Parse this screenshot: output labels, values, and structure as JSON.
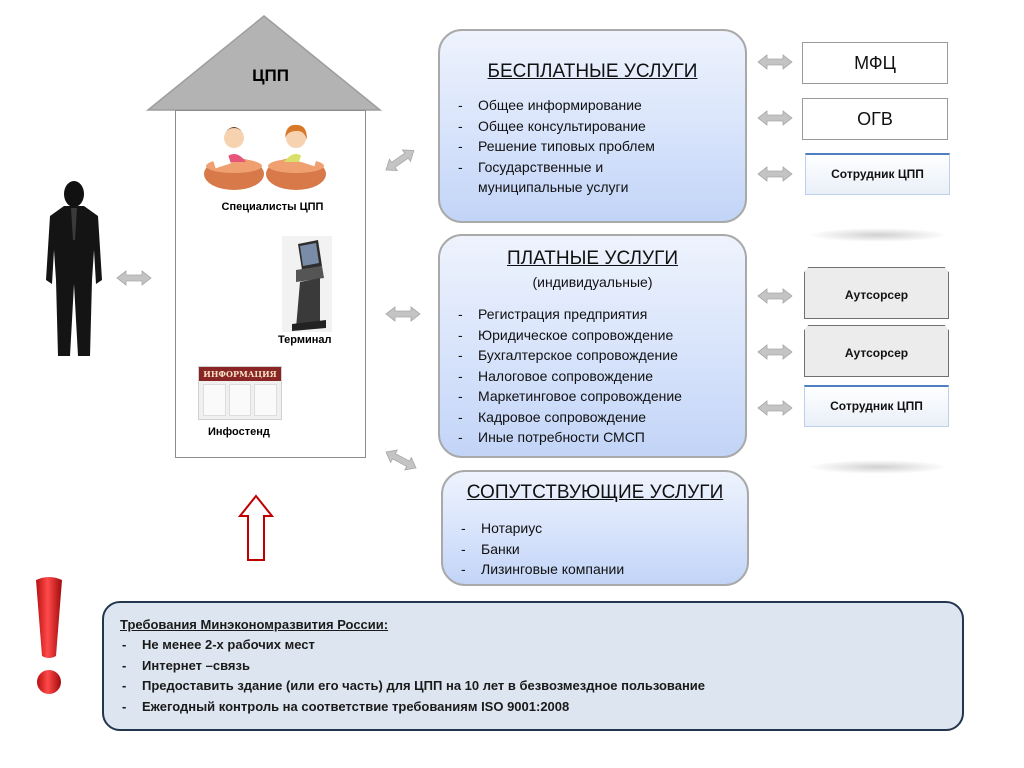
{
  "house": {
    "title": "ЦПП"
  },
  "house_items": {
    "specialists": "Специалисты ЦПП",
    "terminal": "Терминал",
    "infostand": "Инфостенд",
    "infostand_sign": "ИНФОРМАЦИЯ"
  },
  "free_services": {
    "title": "БЕСПЛАТНЫЕ УСЛУГИ",
    "items": [
      "Общее информирование",
      "Общее консультирование",
      "Решение типовых проблем",
      "Государственные и муниципальные услуги"
    ]
  },
  "paid_services": {
    "title": "ПЛАТНЫЕ УСЛУГИ",
    "subtitle": "(индивидуальные)",
    "items": [
      "Регистрация предприятия",
      "Юридическое сопровождение",
      "Бухгалтерское сопровождение",
      "Налоговое сопровождение",
      "Маркетинговое сопровождение",
      "Кадровое сопровождение",
      "Иные потребности СМСП"
    ]
  },
  "related_services": {
    "title": "СОПУТСТВУЮЩИЕ УСЛУГИ",
    "items": [
      "Нотариус",
      "Банки",
      "Лизинговые компании"
    ]
  },
  "right_boxes": {
    "mfc": "МФЦ",
    "ogv": "ОГВ",
    "employee_1": "Сотрудник ЦПП",
    "outsourcer_1": "Аутсорсер",
    "outsourcer_2": "Аутсорсер",
    "employee_2": "Сотрудник ЦПП"
  },
  "requirements": {
    "title": "Требования Минэкономразвития России:",
    "items": [
      "Не менее 2-х рабочих мест",
      "Интернет –связь",
      "Предоставить здание (или его часть) для ЦПП на 10 лет в безвозмездное пользование",
      "Ежегодный контроль  на соответствие требованиям ISO 9001:2008"
    ]
  },
  "colors": {
    "box_fill": "#c2d4f7",
    "box_border": "#a9a9a9",
    "arrow_gray": "#bfbfbf",
    "arrow_red": "#c00000",
    "exclamation_red": "#e02020",
    "req_border": "#22364f",
    "req_fill": "#dde6f0"
  }
}
